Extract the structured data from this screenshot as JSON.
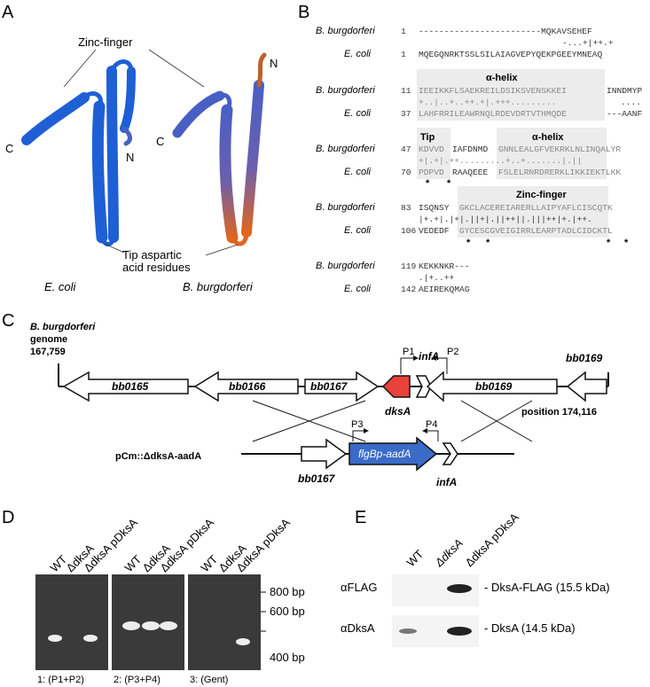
{
  "panels": {
    "a": "A",
    "b": "B",
    "c": "C",
    "d": "D",
    "e": "E"
  },
  "panelA": {
    "zinc_finger": "Zinc-finger",
    "tip_line1": "Tip aspartic",
    "tip_line2": "acid residues",
    "ecoli": "E. coli",
    "bb": "B. burgdorferi",
    "c_left": "C",
    "n_left": "N",
    "c_right": "C",
    "n_right": "N",
    "colors": {
      "ecoli_structure": "#1f5fd6",
      "bb_structure_top": "#4a5fc4",
      "bb_structure_bottom": "#e0651f"
    }
  },
  "panelB": {
    "bb_name": "B. burgdorferi",
    "ec_name": "E. coli",
    "blocks": [
      {
        "bb_num": "1",
        "bb_seq": "------------------------MQKAVSEHEF",
        "match": "-...+|++.+",
        "ec_num": "1",
        "ec_seq": "MQEGQNRKTSSLSILAIAGVEPYQEKPGEEYMNEAQ",
        "header": ""
      },
      {
        "bb_num": "11",
        "bb_seq": "IEEIKKFLSAEKREILDSIKSVENSKKEI",
        "bb_tail": "INNDMYP",
        "match": "+..|..+..++.+|.+++.........",
        "match_tail": "....",
        "ec_num": "37",
        "ec_seq": "LAHFRRILEAWRNQLRDEVDRTVTHMQDE",
        "ec_tail": "---AANF",
        "header": "α-helix"
      },
      {
        "bb_num": "47",
        "bb_seq": "KDVVD",
        "bb_mid": "IAFDNMD",
        "bb_seq2": "GNNLEALGFVEKRKLNLINQALYR",
        "match": "+|.+|.++.........+..+.......|.||",
        "ec_num": "70",
        "ec_seq": "PDPVD",
        "ec_mid": "RAAQEEE",
        "ec_seq2": "FSLELRNRDRERKLIKKIEKTLKK",
        "header_tip": "Tip",
        "header": "α-helix"
      },
      {
        "bb_num": "83",
        "bb_seq": "ISQNSY",
        "bb_seq2": "GKCLACEREIARERLLAIPYAFLCISCQTK",
        "match": "|+.+|.|+|.||+|.||++||.|||++|+.|++.",
        "ec_num": "106",
        "ec_seq": "VEDEDF",
        "ec_seq2": "GYCESCGVEIGIRRLEARPTADLCIDCKTL",
        "header": "Zinc-finger"
      },
      {
        "bb_num": "119",
        "bb_seq": "KEKKNKR---",
        "match": ".|+..++",
        "ec_num": "142",
        "ec_seq": "AEIREKQMAG",
        "header": ""
      }
    ]
  },
  "panelC": {
    "genome_title": "B. burgdorferi",
    "genome_line2": "genome",
    "genome_start": "167,759",
    "genes": [
      "bb0165",
      "bb0166",
      "bb0167",
      "dksA",
      "infA",
      "bb0169",
      "bb0169"
    ],
    "position_end": "position 174,116",
    "primers": [
      "P1",
      "P2",
      "P3",
      "P4"
    ],
    "plasmid": "pCm::ΔdksA-aadA",
    "plasmid_genes": [
      "bb0167",
      "flgBp-aadA",
      "infA"
    ],
    "colors": {
      "dksA": "#e8423a",
      "aadA": "#3a6bc8"
    }
  },
  "panelD": {
    "lanes": [
      "WT",
      "ΔdksA",
      "ΔdksA pDksA"
    ],
    "gels": [
      "1: (P1+P2)",
      "2: (P3+P4)",
      "3: (Gent)"
    ],
    "markers": [
      "800 bp",
      "600 bp",
      "400 bp"
    ]
  },
  "panelE": {
    "lanes": [
      "WT",
      "ΔdksA",
      "ΔdksA pDksA"
    ],
    "rows": [
      {
        "antibody": "αFLAG",
        "band": "- DksA-FLAG (15.5 kDa)"
      },
      {
        "antibody": "αDksA",
        "band": "- DksA (14.5 kDa)"
      }
    ]
  }
}
